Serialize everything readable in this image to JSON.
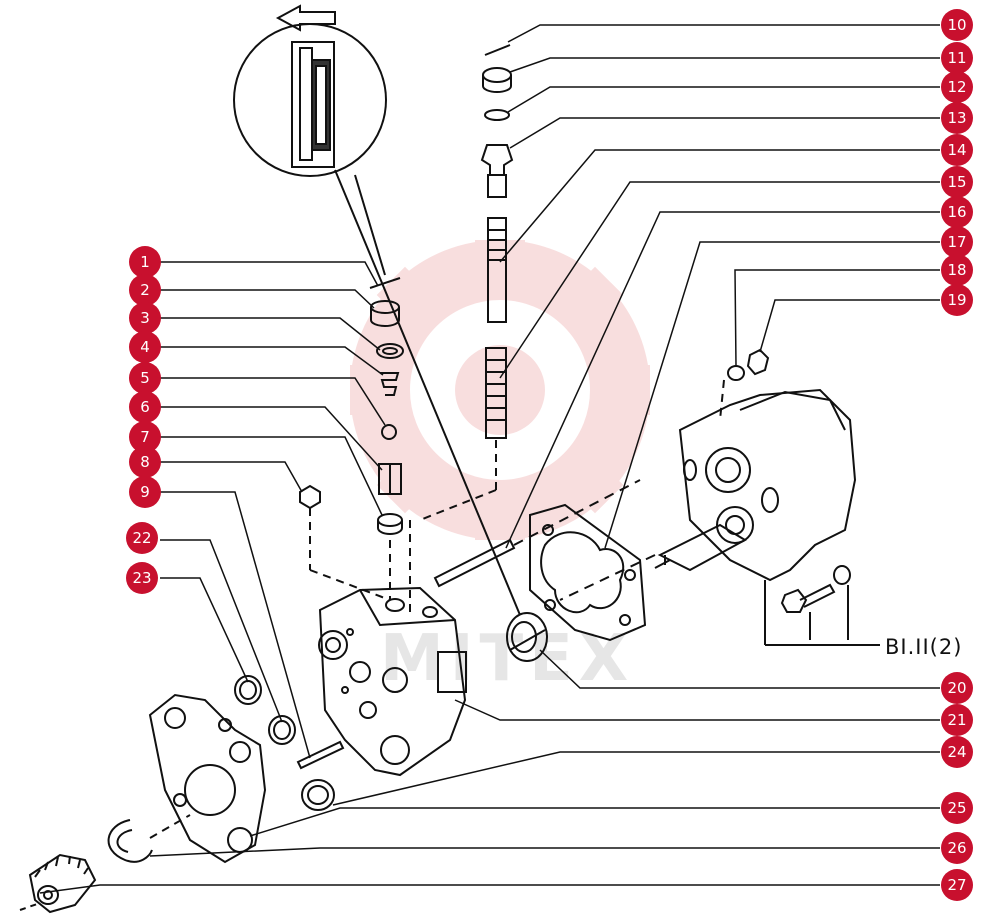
{
  "diagram": {
    "reference_text": "BI.II(2)",
    "watermark_text": "MITEX",
    "colors": {
      "callout_fill": "#c8102e",
      "line": "#111111",
      "watermark": "#f3c4c4"
    },
    "callouts": [
      "1",
      "2",
      "3",
      "4",
      "5",
      "6",
      "7",
      "8",
      "9",
      "10",
      "11",
      "12",
      "13",
      "14",
      "15",
      "16",
      "17",
      "18",
      "19",
      "20",
      "21",
      "22",
      "23",
      "24",
      "25",
      "26",
      "27"
    ]
  }
}
